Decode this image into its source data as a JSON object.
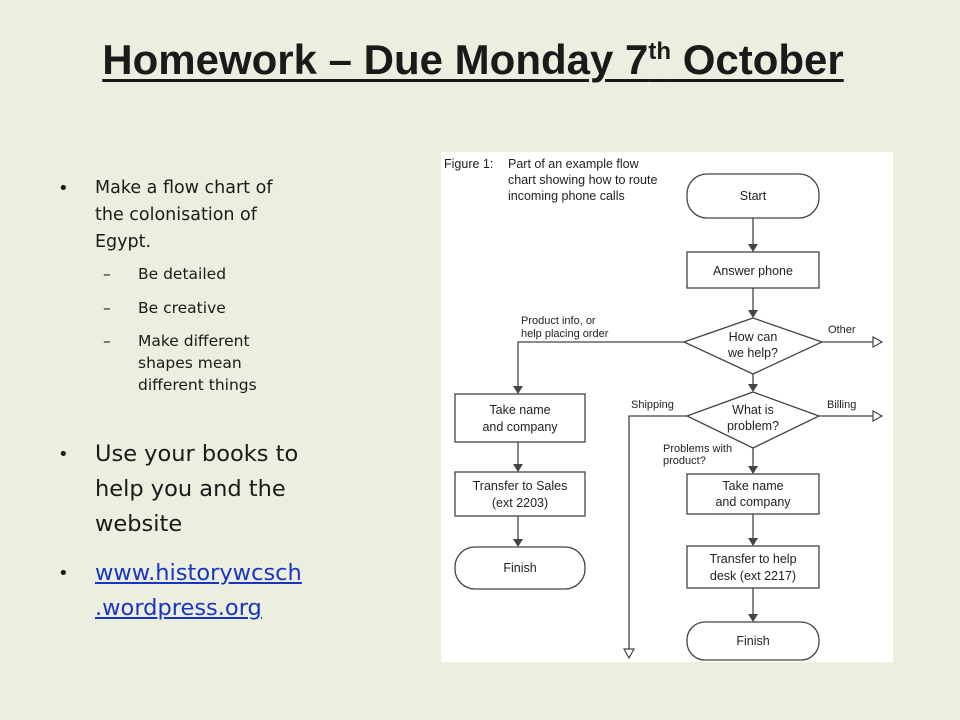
{
  "title": {
    "main": "Homework – Due Monday 7",
    "sup": "th",
    "end": " October"
  },
  "bullets": {
    "task": [
      "Make a flow chart of",
      "the colonisation of",
      "Egypt."
    ],
    "sub": [
      {
        "lines": [
          "Be detailed"
        ]
      },
      {
        "lines": [
          "Be creative"
        ]
      },
      {
        "lines": [
          "Make different",
          "shapes mean",
          "different things"
        ]
      }
    ],
    "books": [
      "Use your books to",
      "help you and the",
      "website"
    ],
    "link": [
      "www.historywcsch",
      ".wordpress.org"
    ]
  },
  "figure": {
    "caption_label": "Figure 1:",
    "caption": [
      "Part of an example flow",
      "chart showing how to route",
      "incoming phone calls"
    ],
    "nodes": {
      "start": "Start",
      "answer": "Answer phone",
      "help": [
        "How can",
        "we help?"
      ],
      "problem": [
        "What is",
        "problem?"
      ],
      "take_left": [
        "Take name",
        "and company"
      ],
      "sales": [
        "Transfer to Sales",
        "(ext 2203)"
      ],
      "finish_left": "Finish",
      "take_right": [
        "Take name",
        "and company"
      ],
      "helpdesk": [
        "Transfer to help",
        "desk (ext 2217)"
      ],
      "finish_right": "Finish"
    },
    "edges": {
      "product": [
        "Product info, or",
        "help placing order"
      ],
      "other": "Other",
      "shipping": "Shipping",
      "billing": "Billing",
      "problems": [
        "Problems with",
        "product?"
      ]
    }
  }
}
